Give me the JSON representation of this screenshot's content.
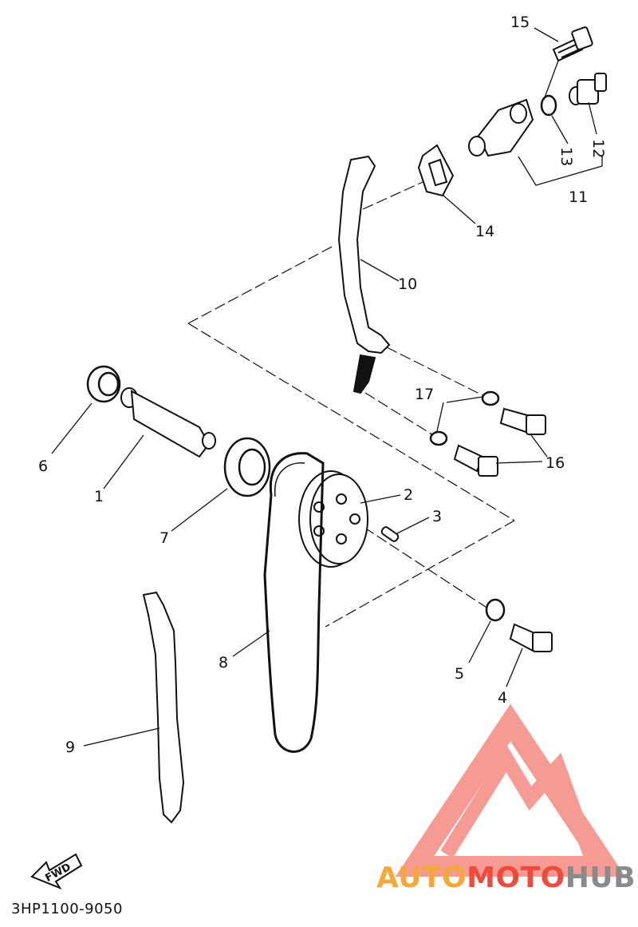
{
  "diagram": {
    "callouts": [
      "1",
      "2",
      "3",
      "4",
      "5",
      "6",
      "7",
      "8",
      "9",
      "10",
      "11",
      "12",
      "13",
      "14",
      "15",
      "16",
      "17"
    ],
    "fwd_label": "FWD",
    "part_code": "3HP1100-9050"
  },
  "watermark": {
    "brand_part1": "AUTO",
    "brand_part2": "MOTO",
    "brand_part3": "HUB",
    "color_orange": "#f4a83a",
    "color_red": "#ee4b3c",
    "color_gray": "#8a8a8a"
  }
}
